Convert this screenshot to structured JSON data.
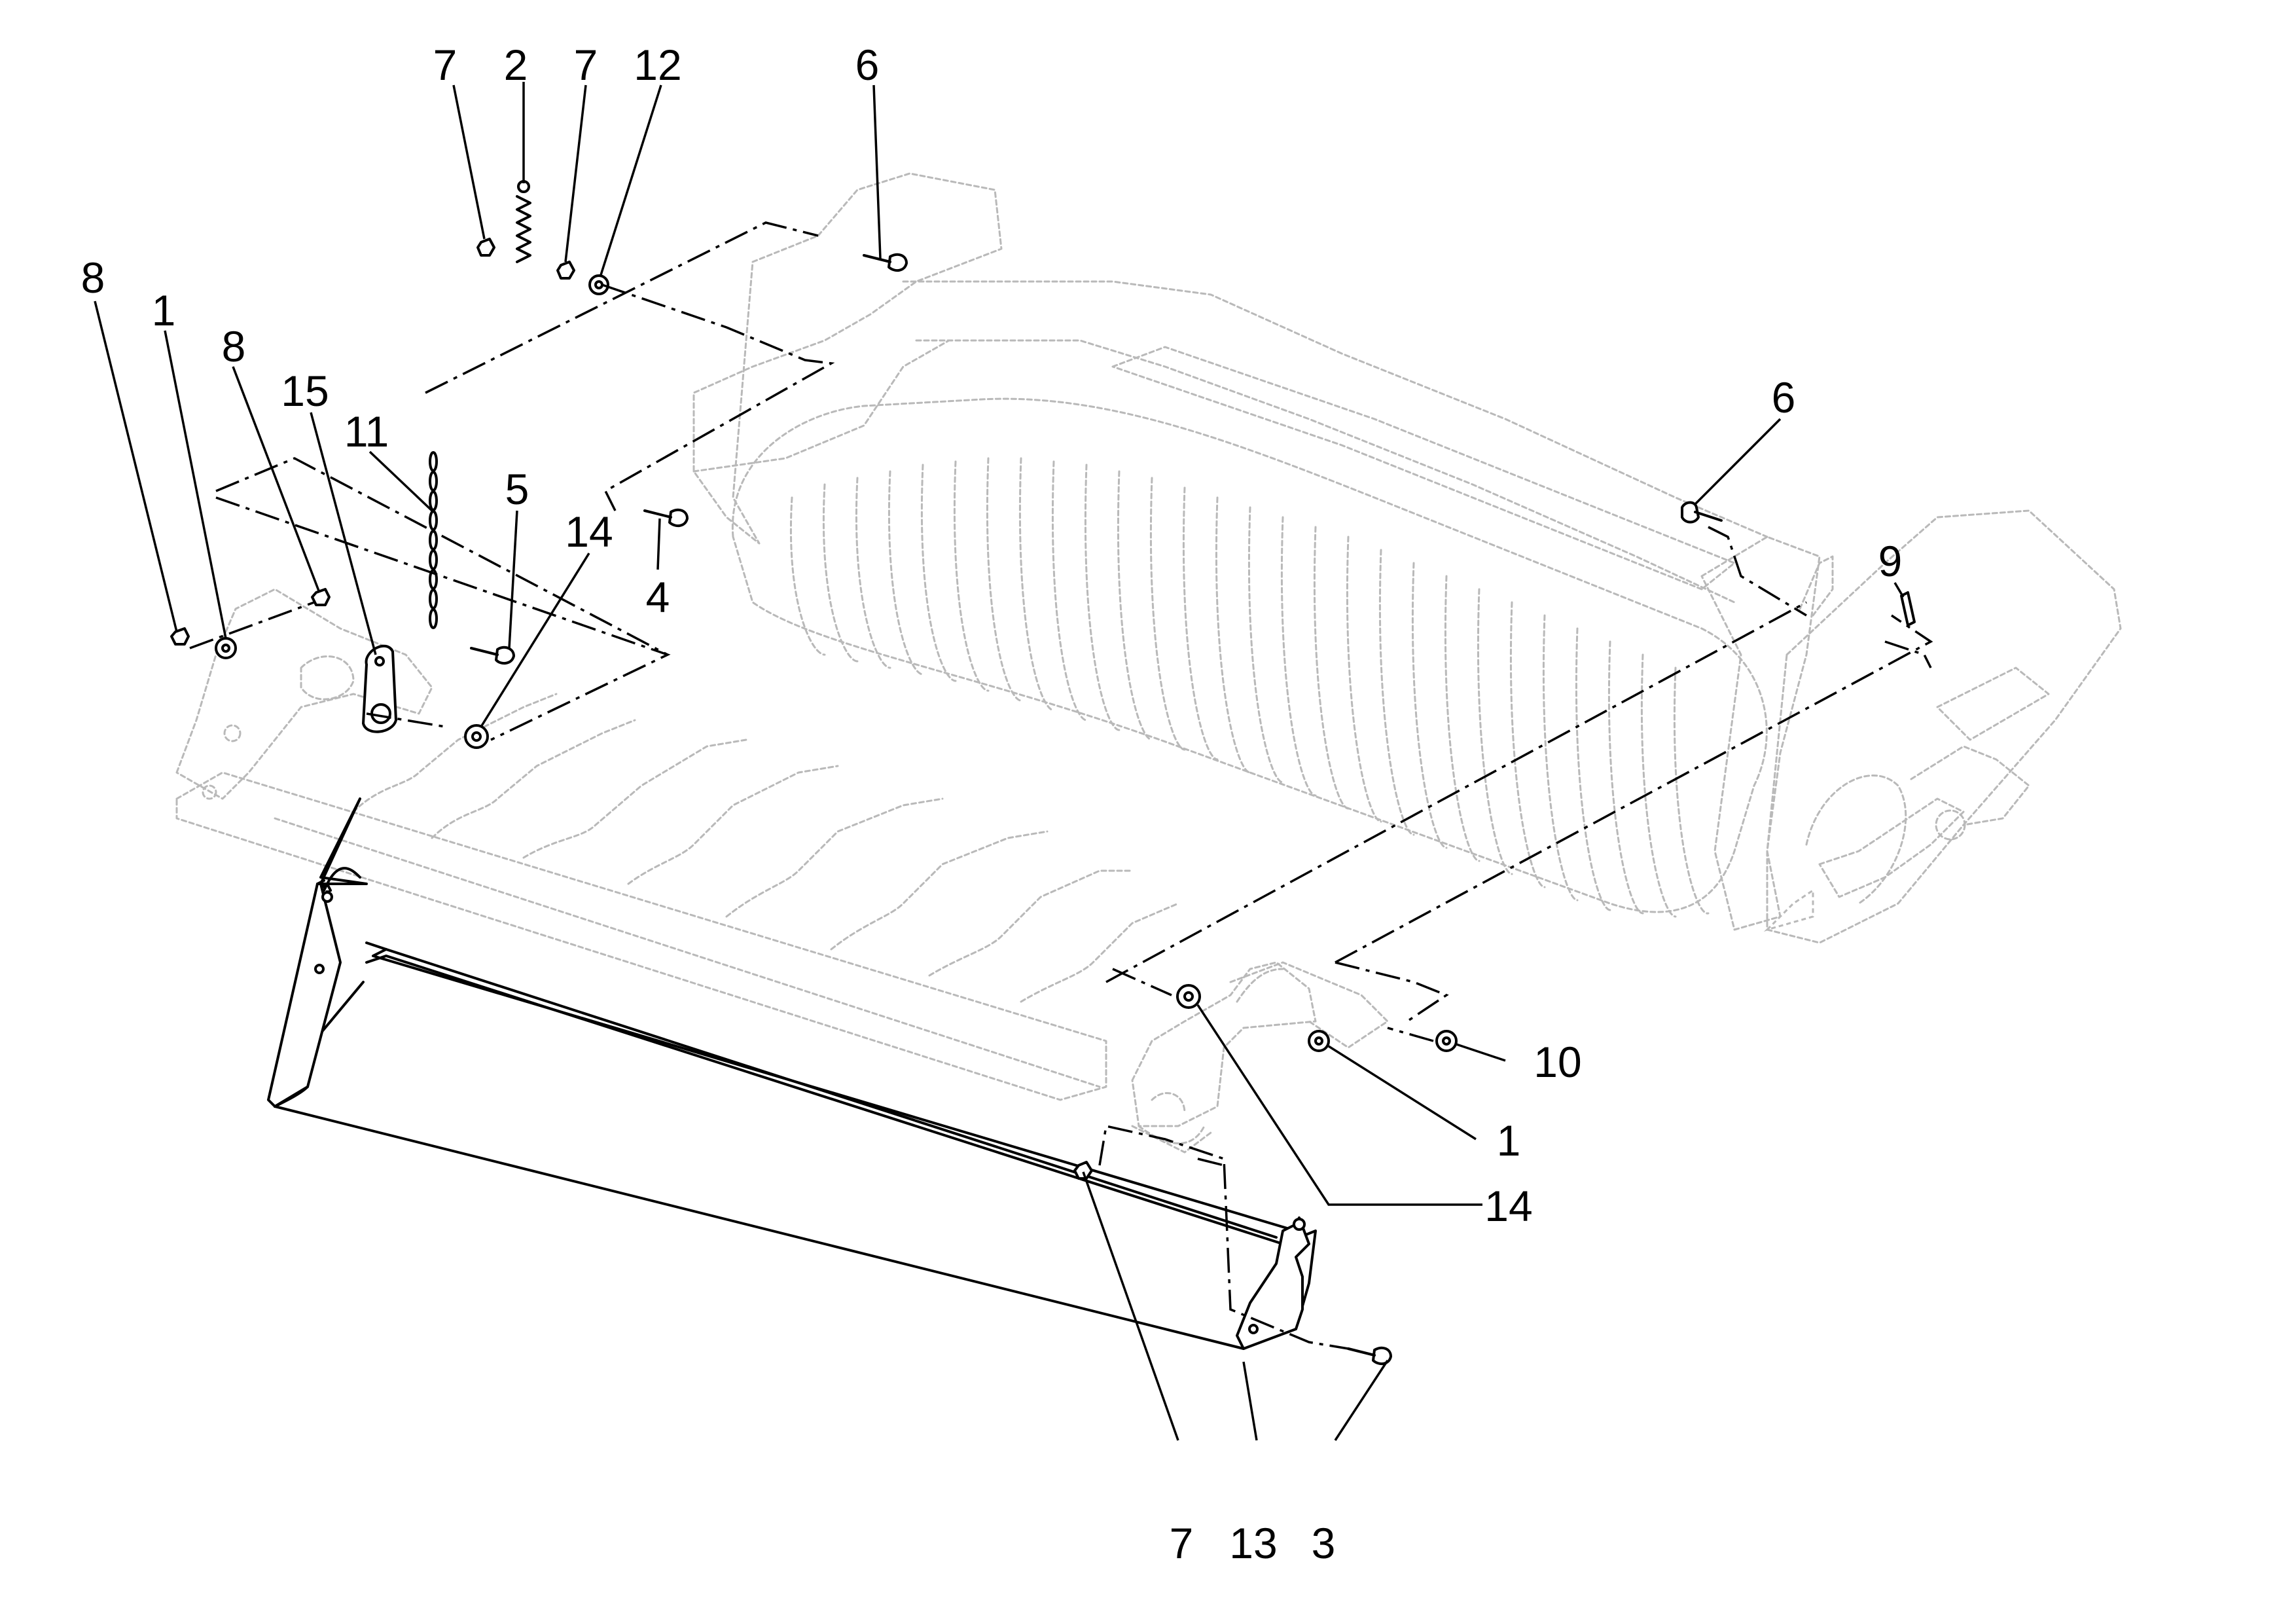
{
  "callouts": {
    "c01": "7",
    "c02": "2",
    "c03": "7",
    "c04": "12",
    "c05": "6",
    "c06": "8",
    "c07": "1",
    "c08": "8",
    "c09": "15",
    "c10": "11",
    "c11": "5",
    "c12": "14",
    "c13": "4",
    "c14": "6",
    "c15": "9",
    "c16": "10",
    "c17": "1",
    "c18": "14",
    "c19": "7",
    "c20": "13",
    "c21": "3"
  }
}
